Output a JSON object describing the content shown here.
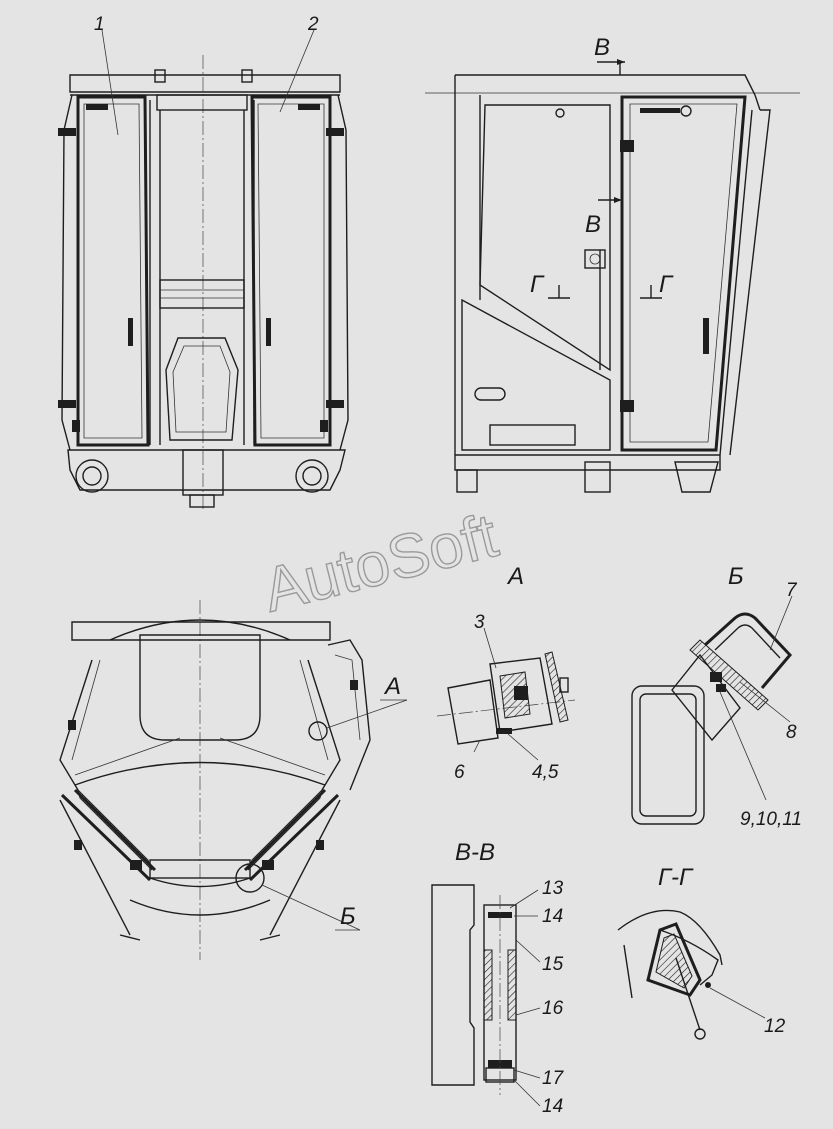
{
  "watermark": "AutoSoft",
  "views": {
    "front": {
      "door_left_label": "1",
      "door_right_label": "2"
    },
    "side": {
      "section_mark_top": "В",
      "section_mark_mid": "В",
      "section_mark_g_left": "Г",
      "section_mark_g_right": "Г"
    },
    "plan": {
      "callout_a": "А",
      "callout_b": "Б"
    },
    "detail_a": {
      "title": "А",
      "labels": [
        "3",
        "6",
        "4,5"
      ]
    },
    "detail_b": {
      "title": "Б",
      "labels": [
        "7",
        "8",
        "9,10,11"
      ]
    },
    "section_vv": {
      "title": "В-В",
      "labels": [
        "13",
        "14",
        "15",
        "16",
        "17",
        "14"
      ]
    },
    "section_gg": {
      "title": "Г-Г",
      "labels": [
        "12"
      ]
    }
  }
}
